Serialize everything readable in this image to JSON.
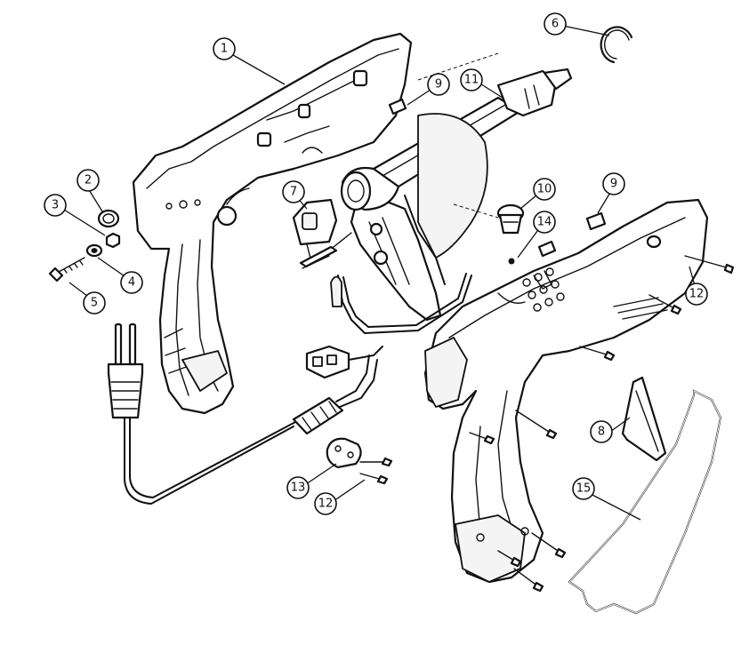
{
  "callouts": {
    "c1": "1",
    "c2": "2",
    "c3": "3",
    "c4": "4",
    "c5": "5",
    "c6": "6",
    "c7": "7",
    "c8": "8",
    "c9a": "9",
    "c9b": "9",
    "c10": "10",
    "c11": "11",
    "c12a": "12",
    "c12b": "12",
    "c13": "13",
    "c14": "14",
    "c15": "15"
  }
}
